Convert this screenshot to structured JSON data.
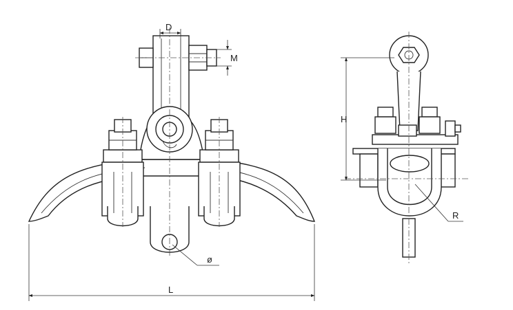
{
  "labels": {
    "D": "D",
    "M": "M",
    "H": "H",
    "R": "R",
    "phi": "ø",
    "L": "L"
  }
}
